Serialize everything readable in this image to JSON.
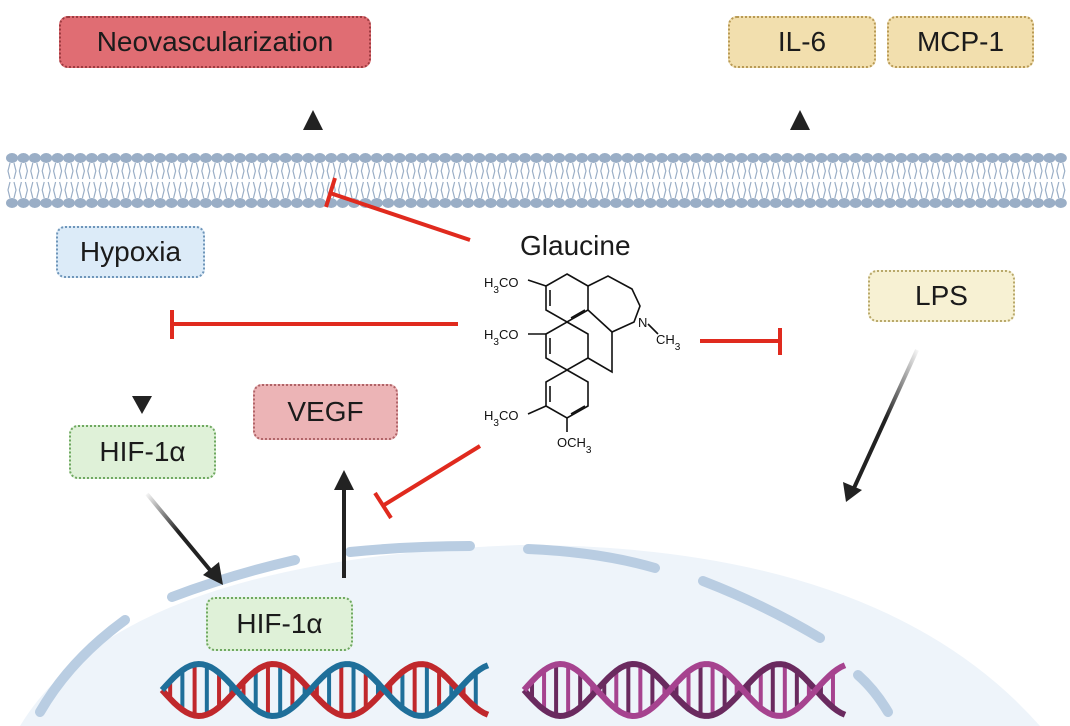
{
  "nodes": {
    "neovascularization": "Neovascularization",
    "il6": "IL-6",
    "mcp1": "MCP-1",
    "hypoxia": "Hypoxia",
    "lps": "LPS",
    "vegf": "VEGF",
    "hif1a_cytoplasm": "HIF-1α",
    "hif1a_nucleus": "HIF-1α"
  },
  "compound": {
    "name": "Glaucine",
    "groups": {
      "h3co_1": "H3CO",
      "h3co_2": "H3CO",
      "h3co_3": "H3CO",
      "och3": "OCH3",
      "n": "N",
      "ch3": "CH3"
    }
  },
  "colors": {
    "inhibition": "#e02a1e",
    "activation": "#222222",
    "membrane": "#9aaec6",
    "nucleus_envelope": "#b9cde2",
    "dna_left": [
      "#c0282c",
      "#1f6f9a"
    ],
    "dna_right": [
      "#6a2a5f",
      "#a6438f"
    ]
  },
  "icons": [
    "cell-membrane",
    "nucleus-envelope",
    "dna-helix"
  ]
}
